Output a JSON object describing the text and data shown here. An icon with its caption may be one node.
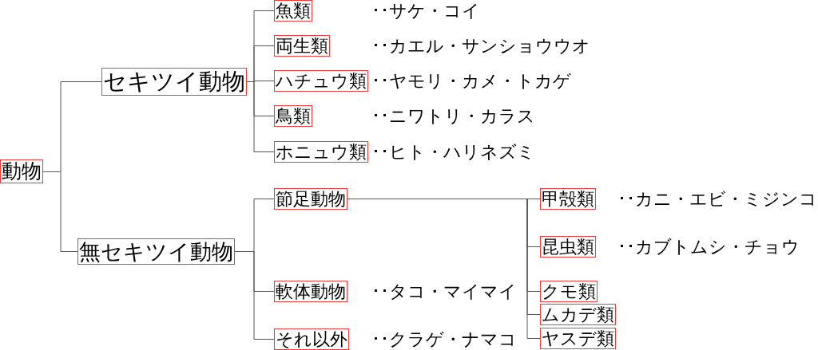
{
  "diagram": {
    "nodes": [
      {
        "text": [
          "動物"
        ]
      },
      {
        "text": [
          "セキツイ動物"
        ]
      },
      {
        "text": [
          "無セキツイ動物"
        ]
      },
      {
        "text": [
          "魚類"
        ]
      },
      {
        "text": [
          "両生類"
        ]
      },
      {
        "text": [
          "ハチュウ類"
        ]
      },
      {
        "text": [
          "鳥類"
        ]
      },
      {
        "text": [
          "ホニュウ類"
        ]
      },
      {
        "text": [
          "節足動物"
        ]
      },
      {
        "text": [
          "軟体動物"
        ]
      },
      {
        "text": [
          "それ以外"
        ]
      },
      {
        "text": [
          "甲殻類"
        ]
      },
      {
        "text": [
          "昆虫類"
        ]
      },
      {
        "text": [
          "クモ類"
        ]
      },
      {
        "text": [
          "ムカデ類"
        ]
      },
      {
        "text": [
          "ヤスデ類"
        ]
      }
    ],
    "edges": [
      {
        "from": 0,
        "to": 1,
        "arrow": "none"
      },
      {
        "from": 0,
        "to": 2,
        "arrow": "none"
      },
      {
        "from": 1,
        "to": 3,
        "arrow": "none"
      },
      {
        "from": 1,
        "to": 4,
        "arrow": "none"
      },
      {
        "from": 1,
        "to": 5,
        "arrow": "none"
      },
      {
        "from": 1,
        "to": 6,
        "arrow": "none"
      },
      {
        "from": 1,
        "to": 7,
        "arrow": "none"
      },
      {
        "from": 2,
        "to": 8,
        "arrow": "none"
      },
      {
        "from": 2,
        "to": 9,
        "arrow": "none"
      },
      {
        "from": 2,
        "to": 10,
        "arrow": "none"
      },
      {
        "from": 8,
        "to": 11,
        "arrow": "none"
      },
      {
        "from": 8,
        "to": 12,
        "arrow": "none"
      },
      {
        "from": 8,
        "to": 13,
        "arrow": "none"
      },
      {
        "from": 8,
        "to": 14,
        "arrow": "none"
      },
      {
        "from": 8,
        "to": 15,
        "arrow": "none"
      }
    ],
    "labels": [
      "･･サケ・コイ",
      "･･カエル・サンショウウオ",
      "･･ヤモリ・カメ・トカゲ",
      "･･ニワトリ・カラス",
      "･･ヒト・ハリネズミ",
      "･･カニ・エビ・ミジンコ",
      "･･カブトムシ・チョウ",
      "･･タコ・マイマイ",
      "･･クラゲ・ナマコ"
    ]
  }
}
